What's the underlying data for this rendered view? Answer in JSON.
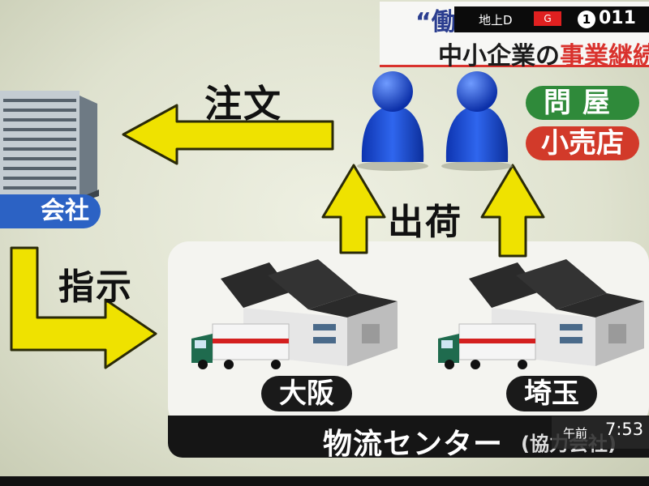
{
  "header": {
    "quote": "“働",
    "title_plain": "中小企業の",
    "title_highlight": "事業継続"
  },
  "broadcast": {
    "channel_type": "地上D",
    "rating": "G",
    "channel_circle": "1",
    "channel_number": "011",
    "clock_ampm": "午前",
    "clock_time": "7:53"
  },
  "diagram": {
    "order": "注文",
    "instruct": "指示",
    "ship": "出荷",
    "company": "会社",
    "wholesaler": "問屋",
    "retailer": "小売店",
    "city_1": "大阪",
    "city_2": "埼玉",
    "center": "物流センター",
    "center_suffix": "(協力会社)"
  },
  "colors": {
    "arrow_fill": "#efe200",
    "arrow_stroke": "#2a2a08",
    "person": "#1c4fd6",
    "wholesaler_pill": "#2f8a3a",
    "retailer_pill": "#d23a2a",
    "company_pill": "#2c62c4",
    "accent_red": "#d9322d"
  },
  "icons": [
    "building-icon",
    "person-icon",
    "warehouse-icon",
    "truck-icon",
    "arrow-icon"
  ]
}
